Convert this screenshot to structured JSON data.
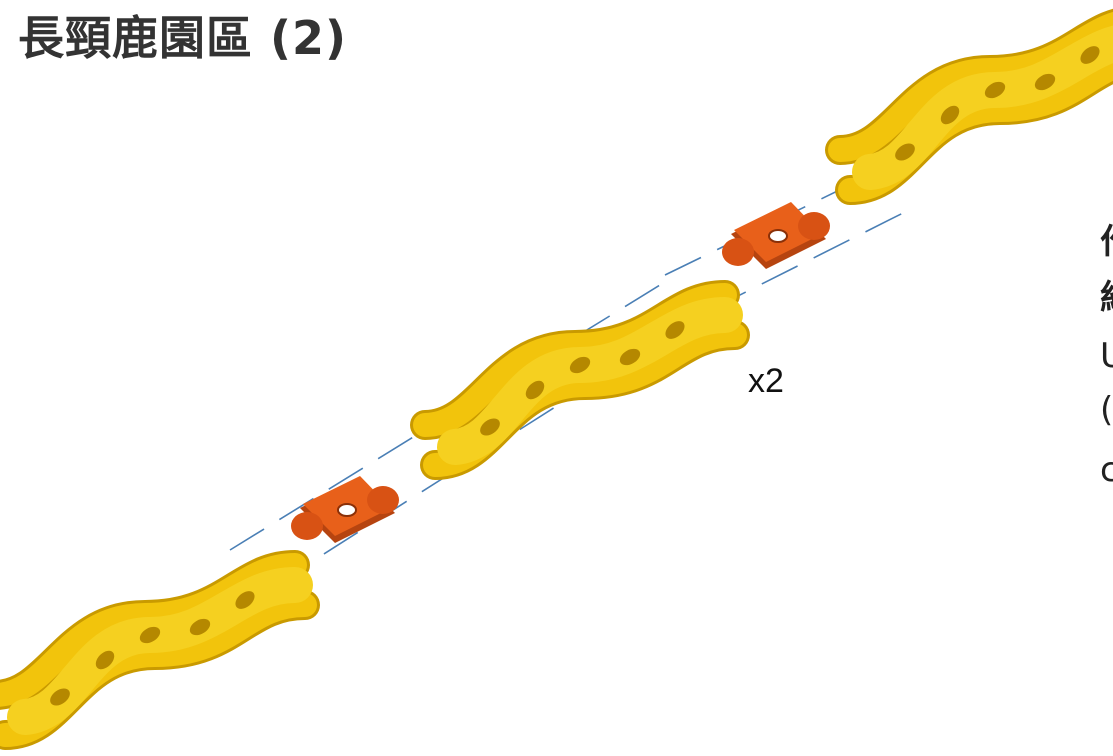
{
  "title": "長頸鹿園區 (2)",
  "quantity_label": "x2",
  "side_text": [
    "作",
    "組",
    "U",
    "(",
    "c"
  ],
  "colors": {
    "track_yellow": "#f2c40c",
    "track_shadow": "#c99a00",
    "connector_orange": "#e8601a",
    "connector_shadow": "#b64410",
    "guide_line": "#4a7fb5"
  },
  "parts": {
    "track_piece_count_shown": 3,
    "connector_count_shown": 2
  }
}
